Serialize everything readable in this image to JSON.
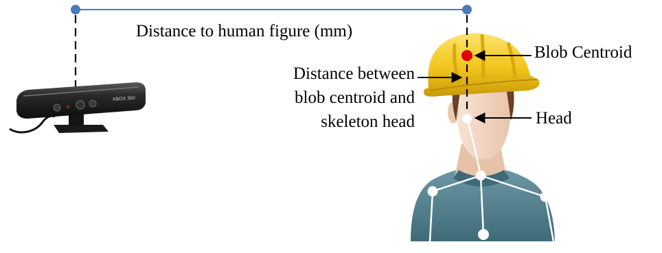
{
  "labels": {
    "distance_to_figure": "Distance to human figure (mm)",
    "blob_centroid": "Blob Centroid",
    "head": "Head",
    "distance_between": [
      "Distance between",
      "blob centroid and",
      "skeleton head"
    ]
  },
  "colors": {
    "measure_line": "#4a7ab8",
    "measure_dot": "#4a7ab8",
    "blob_centroid": "#e00000",
    "helmet": "#f2c51c",
    "skin": "#f3d9c8",
    "shirt": "#4d7f8d",
    "hair": "#6b3f24",
    "kinect_body": "#1f1f1f",
    "skeleton": "#ffffff"
  },
  "sensor": {
    "brand_text": "XBOX 360"
  }
}
